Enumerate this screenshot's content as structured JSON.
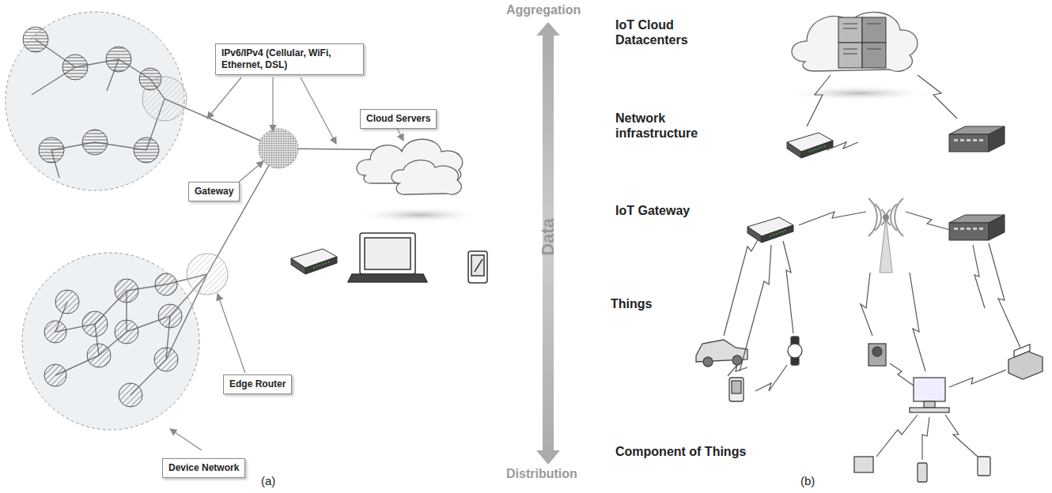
{
  "diagram": {
    "nodes": [
      {
        "text": [
          "IPv6/IPv4 (Cellular, WiFi, Ethernet, DSL)"
        ]
      },
      {
        "text": [
          "Cloud Servers"
        ]
      },
      {
        "text": [
          "Gateway"
        ]
      },
      {
        "text": [
          "Edge Router"
        ]
      },
      {
        "text": [
          "Device Network"
        ]
      }
    ],
    "labels": [
      "(a)",
      "Aggregation",
      "IoT Cloud Datacenters",
      "Network infrastructure",
      "Data",
      "IoT Gateway",
      "Things",
      "Distribution",
      "Component of Things",
      "(b)"
    ]
  }
}
